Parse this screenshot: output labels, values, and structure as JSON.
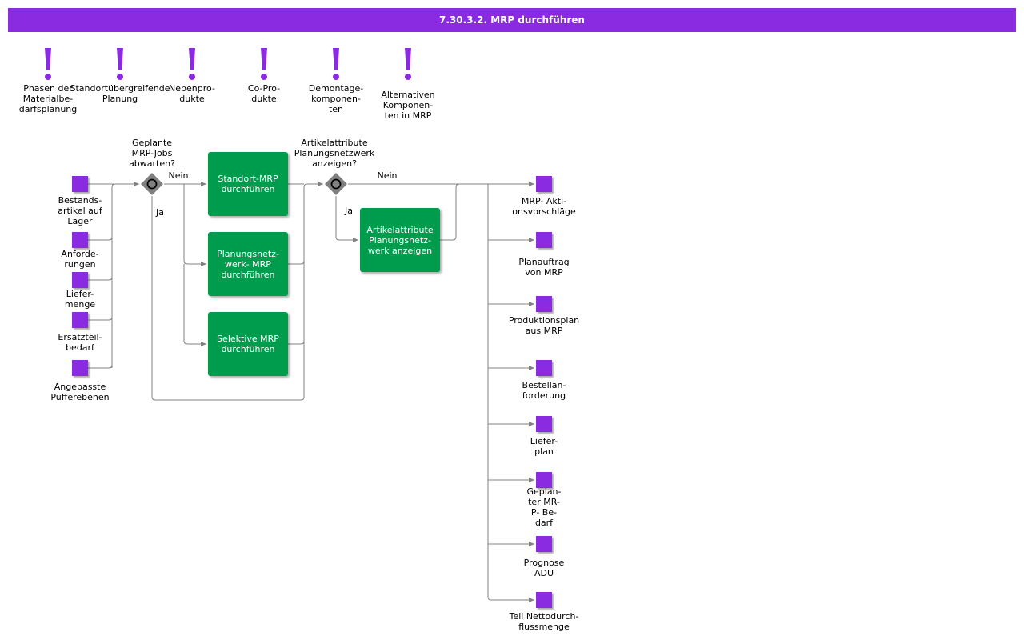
{
  "title": "7.30.3.2. MRP durchführen",
  "notes": [
    "Phasen der  Materialbe-\ndarfsplanung",
    "Standortübergreifende\nPlanung",
    "Nebenpro-\ndukte",
    "Co-Pro-\ndukte",
    "Demontage-\nkomponen-\nten",
    "Alternativen\nKomponen-\nten in MRP"
  ],
  "inputs": [
    "Bestands-\nartikel auf\nLager",
    "Anforde-\nrungen",
    "Liefer-\nmenge",
    "Ersatzteil-\nbedarf",
    "Angepasste\nPufferebenen"
  ],
  "gateways": {
    "g1": {
      "question": "Geplante\nMRP-Jobs\nabwarten?",
      "no": "Nein",
      "yes": "Ja"
    },
    "g2": {
      "question": "Artikelattribute\nPlanungsnetzwerk\nanzeigen?",
      "no": "Nein",
      "yes": "Ja"
    }
  },
  "functions": {
    "standort": "Standort-MRP\ndurchführen",
    "netzwerk": "Planungsnetz-\nwerk- MRP\ndurchführen",
    "selektiv": "Selektive MRP\ndurchführen",
    "attribute": "Artikelattribute\nPlanungsnetz-\nwerk anzeigen"
  },
  "outputs": [
    "MRP-         Akti-\nonsvorschläge",
    "Planauftrag\nvon MRP",
    "Produktionsplan\naus MRP",
    "Bestellan-\nforderung",
    "Liefer-\nplan",
    "Geplan-\nter  MR-\nP- Be-\ndarf",
    "Prognose\nADU",
    "Teil  Nettodurch-\nflussmenge"
  ],
  "colors": {
    "header": "#8a2be2",
    "object": "#8a2be2",
    "function": "#009c4e",
    "gateway": "#808080",
    "line": "#808080"
  },
  "icons": {
    "note": "exclamation-icon",
    "gateway": "xor-gateway-icon"
  }
}
